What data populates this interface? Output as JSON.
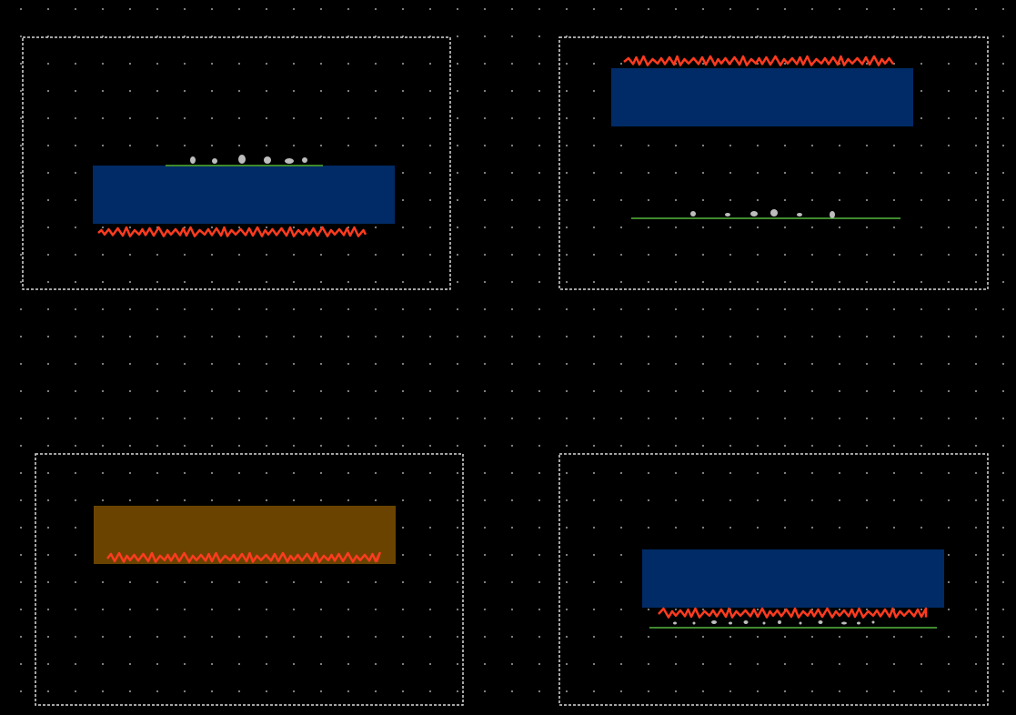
{
  "canvas": {
    "background": "#000000",
    "grid_dot_color": "#8a8a8a",
    "frame_border_color": "#d9d9d9",
    "frame_style": "dashed"
  },
  "palette": {
    "blue_slab": "#002b66",
    "amber_slab": "#6b4300",
    "red_wave": "#ff3b1f",
    "green_line": "#3f8a2e",
    "grey_particle": "#bdbdbd"
  },
  "panels": [
    {
      "id": "top-left",
      "slab_color": "blue_slab",
      "wave_side": "below-slab",
      "has_green_line": true,
      "green_line_side": "above-slab",
      "particle_count": 6
    },
    {
      "id": "top-right",
      "slab_color": "blue_slab",
      "wave_side": "above-slab",
      "has_green_line": true,
      "green_line_side": "separated-below",
      "particle_count": 6
    },
    {
      "id": "bottom-left",
      "slab_color": "amber_slab",
      "wave_side": "inside-bottom",
      "has_green_line": false,
      "particle_count": 0
    },
    {
      "id": "bottom-right",
      "slab_color": "blue_slab",
      "wave_side": "below-slab",
      "has_green_line": true,
      "green_line_side": "under-wave",
      "particle_count": 12
    }
  ]
}
